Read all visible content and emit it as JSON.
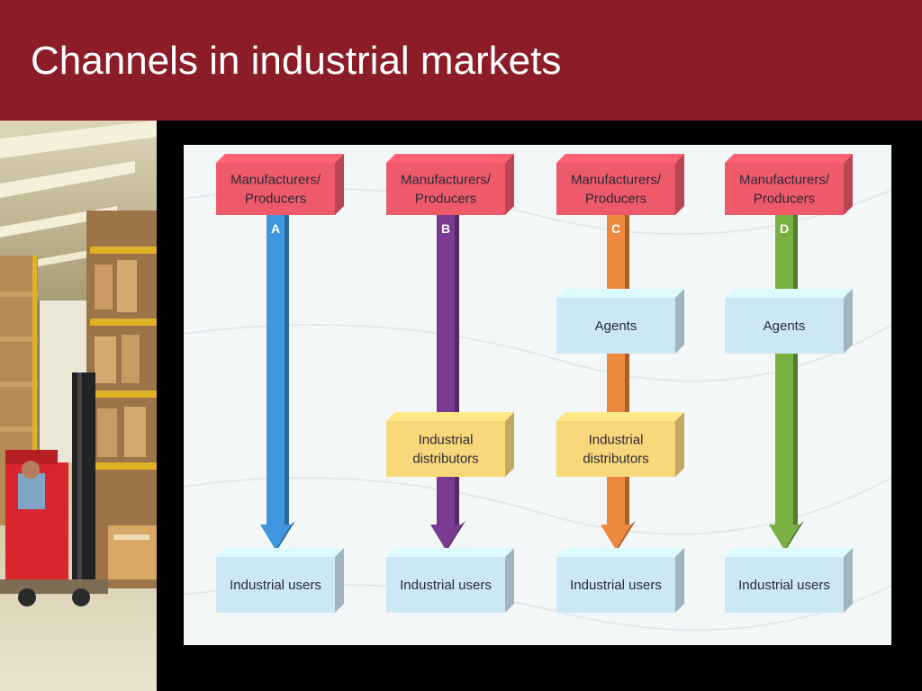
{
  "slide": {
    "title": "Channels in industrial markets"
  },
  "diagram": {
    "channels": [
      {
        "letter": "A",
        "color": "#3e97de",
        "stages": [
          {
            "role": "manufacturer",
            "lines": [
              "Manufacturers/",
              "Producers"
            ]
          },
          {
            "role": "user",
            "lines": [
              "Industrial users"
            ]
          }
        ]
      },
      {
        "letter": "B",
        "color": "#7b3a91",
        "stages": [
          {
            "role": "manufacturer",
            "lines": [
              "Manufacturers/",
              "Producers"
            ]
          },
          {
            "role": "distributor",
            "lines": [
              "Industrial",
              "distributors"
            ]
          },
          {
            "role": "user",
            "lines": [
              "Industrial users"
            ]
          }
        ]
      },
      {
        "letter": "C",
        "color": "#ee8a3f",
        "stages": [
          {
            "role": "manufacturer",
            "lines": [
              "Manufacturers/",
              "Producers"
            ]
          },
          {
            "role": "agent",
            "lines": [
              "Agents"
            ]
          },
          {
            "role": "distributor",
            "lines": [
              "Industrial",
              "distributors"
            ]
          },
          {
            "role": "user",
            "lines": [
              "Industrial users"
            ]
          }
        ]
      },
      {
        "letter": "D",
        "color": "#79b143",
        "stages": [
          {
            "role": "manufacturer",
            "lines": [
              "Manufacturers/",
              "Producers"
            ]
          },
          {
            "role": "agent",
            "lines": [
              "Agents"
            ]
          },
          {
            "role": "user",
            "lines": [
              "Industrial users"
            ]
          }
        ]
      }
    ],
    "box_colors": {
      "manufacturer": "#ef5a6b",
      "agent": "#cde8f5",
      "distributor": "#f9d77b",
      "user": "#cde8f5"
    }
  }
}
